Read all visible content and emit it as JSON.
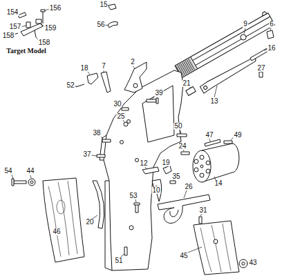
{
  "diagram": {
    "labels": [
      "154",
      "156",
      "15",
      "56",
      "157",
      "159",
      "158",
      "158",
      "Target Model",
      "9",
      "6",
      "16",
      "27",
      "18",
      "7",
      "2",
      "52",
      "39",
      "30",
      "25",
      "21",
      "13",
      "38",
      "50",
      "47",
      "49",
      "37",
      "24",
      "12",
      "19",
      "35",
      "10",
      "14",
      "54",
      "44",
      "20",
      "46",
      "53",
      "26",
      "31",
      "51",
      "45",
      "43"
    ]
  }
}
